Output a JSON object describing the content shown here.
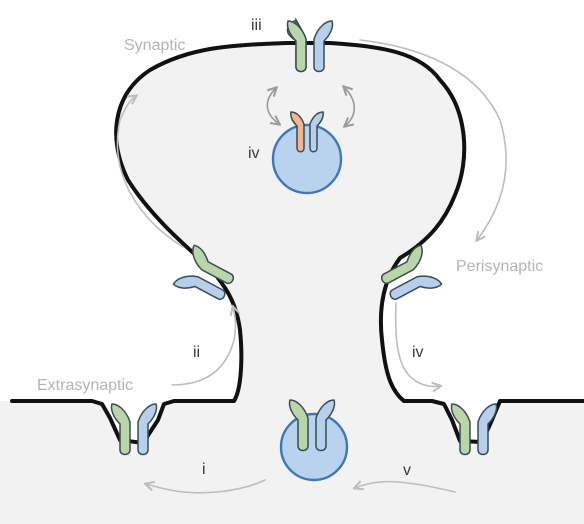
{
  "labels": {
    "synaptic": "Synaptic",
    "perisynaptic": "Perisynaptic",
    "extrasynaptic": "Extrasynaptic",
    "i": "i",
    "ii": "ii",
    "iii": "iii",
    "iv_top": "iv",
    "iv_right": "iv",
    "v": "v"
  },
  "colors": {
    "subunit_green": "#b8d6a8",
    "subunit_blue": "#b6d0ec",
    "subunit_orange": "#f2b590",
    "vesicle_fill": "#b9d3ee",
    "vesicle_stroke": "#3e76b8",
    "membrane": "#111111",
    "cytoplasm": "#f2f2f2",
    "arrow": "#bdbdbd"
  },
  "receptors": [
    {
      "id": "receptor-synaptic-iii",
      "left": "green",
      "right": "blue"
    },
    {
      "id": "receptor-vesicle-iv",
      "left": "orange",
      "right": "blue"
    },
    {
      "id": "receptor-left-neck",
      "left": "blue",
      "right": "green"
    },
    {
      "id": "receptor-right-neck",
      "left": "green",
      "right": "blue"
    },
    {
      "id": "receptor-extrasynaptic-left",
      "left": "green",
      "right": "blue"
    },
    {
      "id": "receptor-vesicle-bottom",
      "left": "green",
      "right": "blue"
    },
    {
      "id": "receptor-extrasynaptic-right",
      "left": "green",
      "right": "blue"
    }
  ]
}
